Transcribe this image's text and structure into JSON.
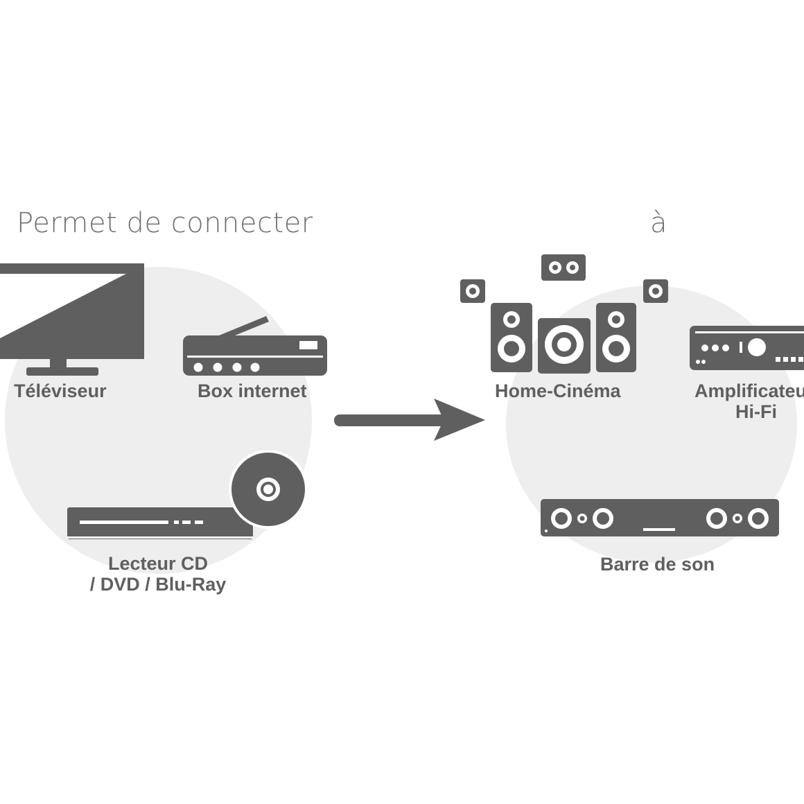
{
  "headings": {
    "from": "Permet de connecter",
    "to": "à"
  },
  "sources": [
    {
      "label": "Téléviseur",
      "icon": "tv-icon"
    },
    {
      "label": "Box internet",
      "icon": "router-icon"
    },
    {
      "label_line1": "Lecteur CD",
      "label_line2": "/ DVD / Blu-Ray",
      "icon": "disc-player-icon"
    }
  ],
  "targets": [
    {
      "label": "Home-Cinéma",
      "icon": "speakers-icon"
    },
    {
      "label_line1": "Amplificateur",
      "label_line2": "Hi-Fi",
      "icon": "amplifier-icon"
    },
    {
      "label": "Barre de son",
      "icon": "soundbar-icon"
    }
  ],
  "colors": {
    "icon": "#5f5f5f",
    "circle": "#eeeeee",
    "heading": "#707070"
  }
}
